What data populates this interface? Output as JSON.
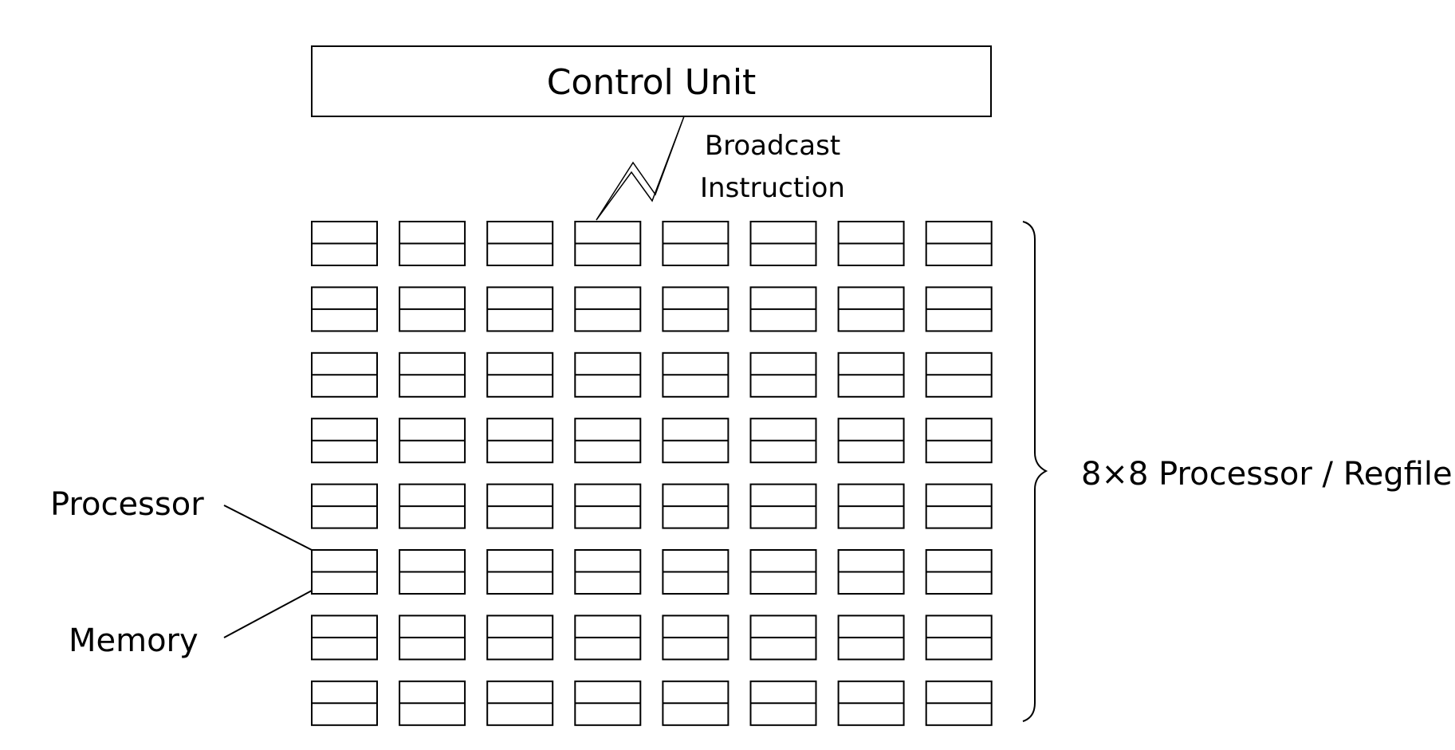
{
  "control_unit": {
    "label": "Control Unit"
  },
  "broadcast": {
    "line1": "Broadcast",
    "line2": "Instruction"
  },
  "grid": {
    "rows": 8,
    "cols": 8,
    "label": "8×8 Processor / Regfile"
  },
  "legend": {
    "processor": "Processor",
    "memory": "Memory"
  },
  "colors": {
    "stroke": "#000000",
    "background": "#ffffff"
  }
}
